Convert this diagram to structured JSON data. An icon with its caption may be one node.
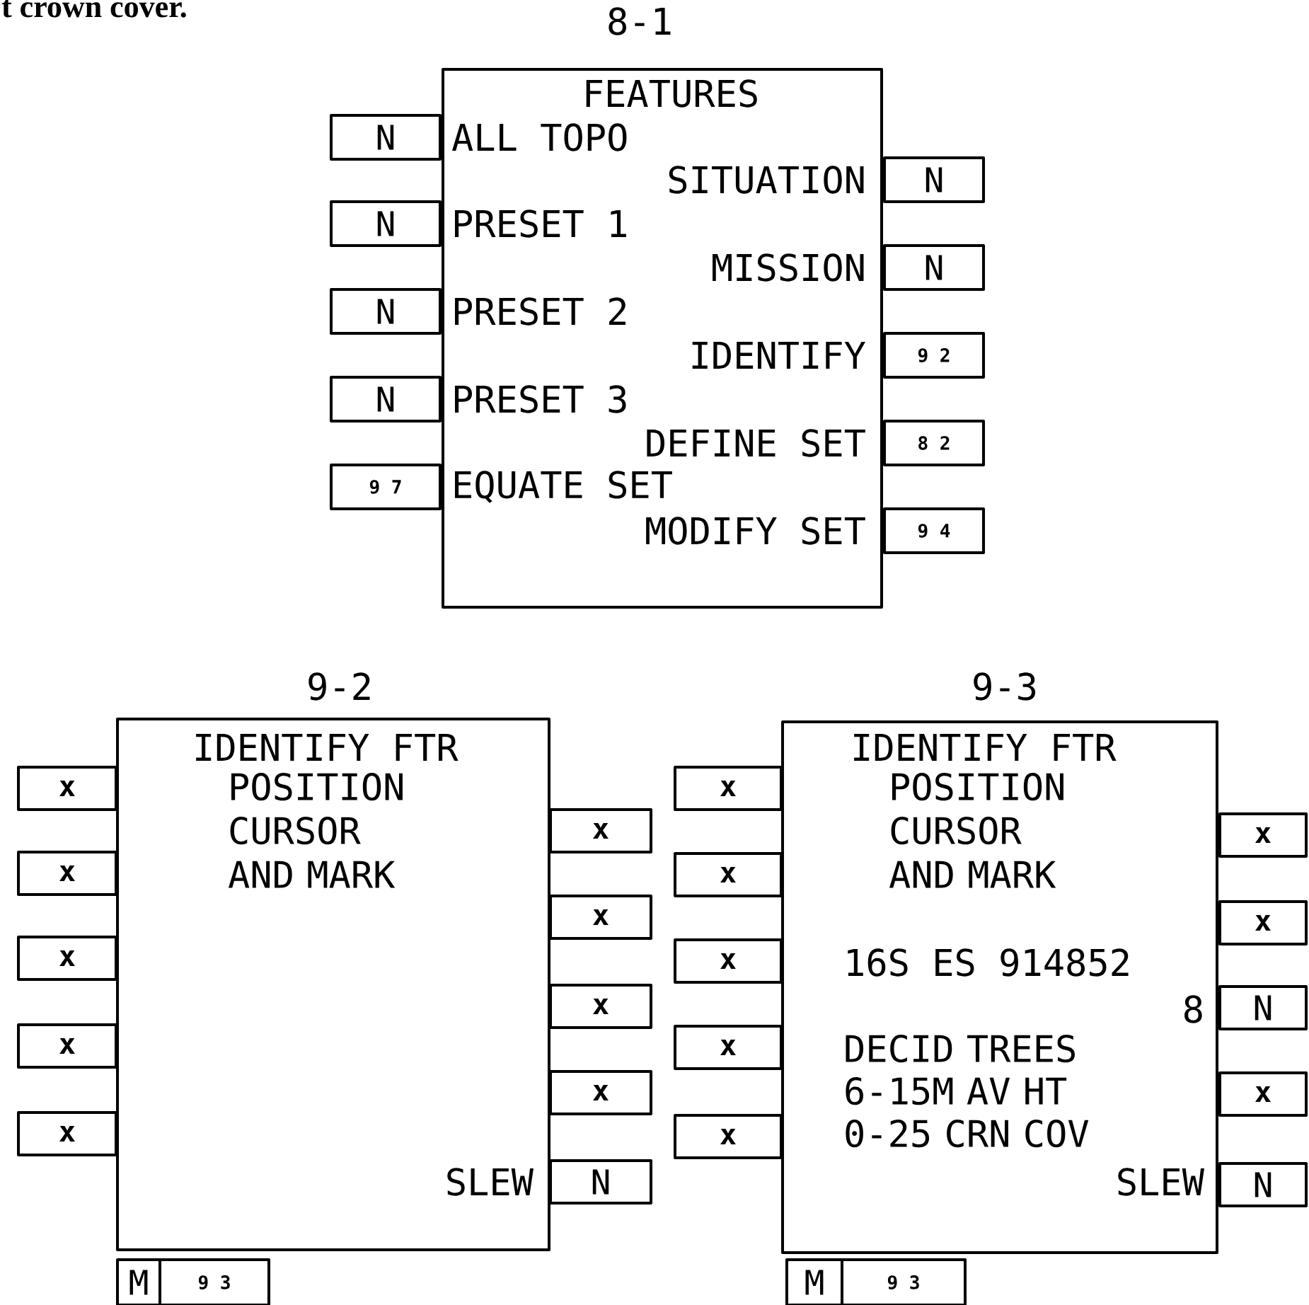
{
  "diagram": {
    "nodes": [
      {
        "text": [
          "8-1",
          "FEATURES",
          "ALL TOPO",
          "SITUATION",
          "PRESET 1",
          "MISSION",
          "PRESET 2",
          "IDENTIFY",
          "PRESET 3",
          "DEFINE SET",
          "EQUATE SET",
          "MODIFY SET"
        ]
      },
      {
        "text": [
          "N"
        ]
      },
      {
        "text": [
          "N"
        ]
      },
      {
        "text": [
          "N"
        ]
      },
      {
        "text": [
          "N"
        ]
      },
      {
        "text": [
          "N"
        ]
      },
      {
        "text": [
          "9 2"
        ]
      },
      {
        "text": [
          "N"
        ]
      },
      {
        "text": [
          "8 2"
        ]
      },
      {
        "text": [
          "9 7"
        ]
      },
      {
        "text": [
          "9 4"
        ]
      },
      {
        "text": [
          "9-2",
          "IDENTIFY FTR",
          "POSITION CURSOR AND MARK",
          "SLEW"
        ]
      },
      {
        "text": [
          "x"
        ]
      },
      {
        "text": [
          "x"
        ]
      },
      {
        "text": [
          "x"
        ]
      },
      {
        "text": [
          "x"
        ]
      },
      {
        "text": [
          "x"
        ]
      },
      {
        "text": [
          "x"
        ]
      },
      {
        "text": [
          "x"
        ]
      },
      {
        "text": [
          "x"
        ]
      },
      {
        "text": [
          "x"
        ]
      },
      {
        "text": [
          "N"
        ]
      },
      {
        "text": [
          "M"
        ]
      },
      {
        "text": [
          "9 3"
        ]
      },
      {
        "text": [
          "9-3",
          "IDENTIFY FTR",
          "POSITION CURSOR AND MARK",
          "16S ES 914852",
          "8",
          "DECID TREES 6-15M AV HT 0-25 CRN COV",
          "SLEW"
        ]
      },
      {
        "text": [
          "x"
        ]
      },
      {
        "text": [
          "x"
        ]
      },
      {
        "text": [
          "x"
        ]
      },
      {
        "text": [
          "x"
        ]
      },
      {
        "text": [
          "x"
        ]
      },
      {
        "text": [
          "N"
        ]
      },
      {
        "text": [
          "x"
        ]
      },
      {
        "text": [
          "x"
        ]
      },
      {
        "text": [
          "x"
        ]
      },
      {
        "text": [
          "N"
        ]
      },
      {
        "text": [
          "M"
        ]
      },
      {
        "text": [
          "9 3"
        ]
      }
    ],
    "labels": [
      "t crown cover."
    ]
  }
}
